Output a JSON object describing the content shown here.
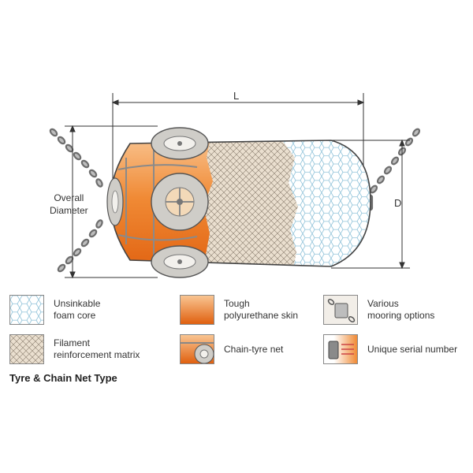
{
  "dimensions": {
    "length_label": "L",
    "diameter_label": "D",
    "overall_diameter_line1": "Overall",
    "overall_diameter_line2": "Diameter"
  },
  "legend": {
    "foam_core": {
      "line1": "Unsinkable",
      "line2": "foam core"
    },
    "skin": {
      "line1": "Tough",
      "line2": "polyurethane skin"
    },
    "mooring": {
      "line1": "Various",
      "line2": "mooring options"
    },
    "filament": {
      "line1": "Filament",
      "line2": "reinforcement matrix"
    },
    "chain_tyre": {
      "line1": "Chain-tyre net"
    },
    "serial": {
      "line1": "Unique serial number"
    }
  },
  "caption": "Tyre & Chain Net Type",
  "colors": {
    "orange_dark": "#e8701a",
    "orange_light": "#f6c08a",
    "matrix_beige": "#eadfcf",
    "foam_blue": "#9ecbe0",
    "tyre_grey": "#cfcdc8"
  }
}
